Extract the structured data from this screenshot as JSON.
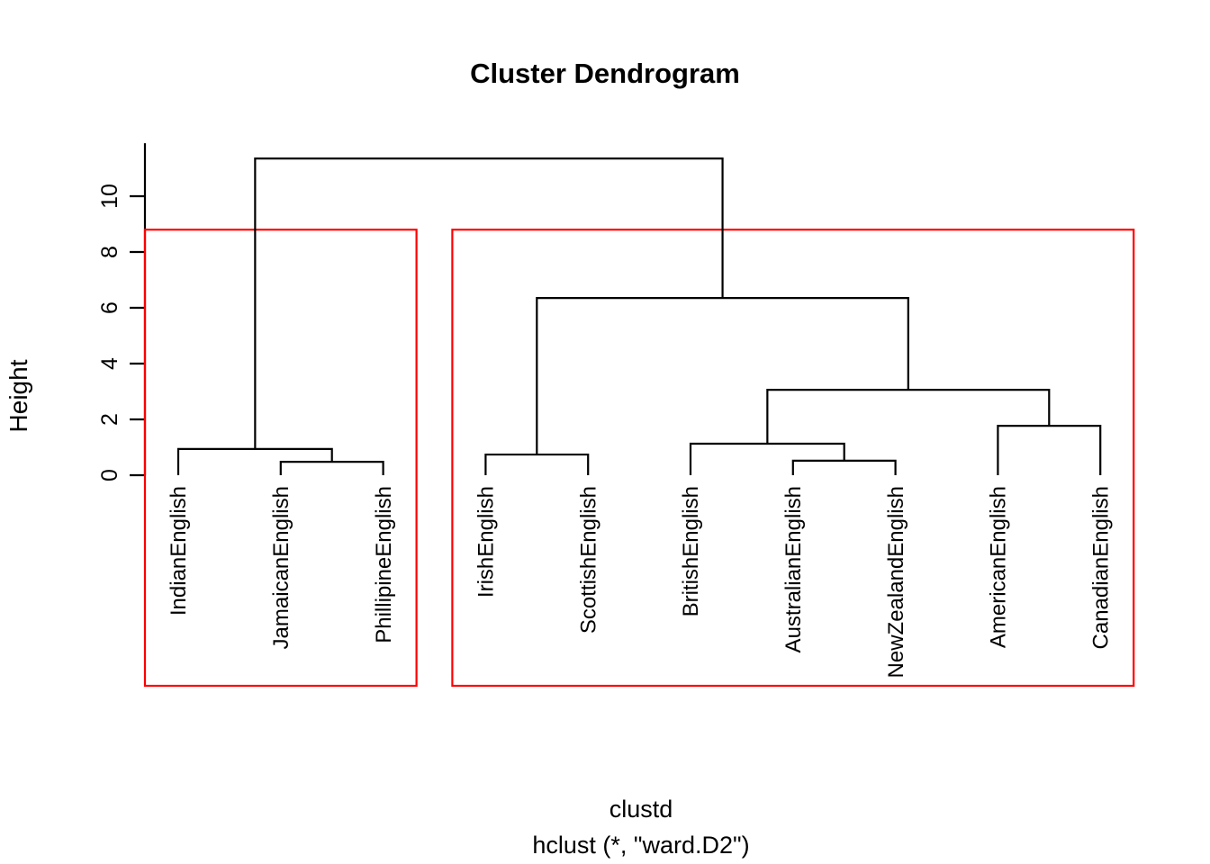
{
  "title": "Cluster Dendrogram",
  "caption": {
    "line1": "clustd",
    "line2": "hclust (*, \"ward.D2\")"
  },
  "axis": {
    "y_title": "Height",
    "ticks": [
      {
        "label": "0",
        "value": 0
      },
      {
        "label": "2",
        "value": 2
      },
      {
        "label": "4",
        "value": 4
      },
      {
        "label": "6",
        "value": 6
      },
      {
        "label": "8",
        "value": 8
      },
      {
        "label": "10",
        "value": 10
      }
    ],
    "y_min": 0,
    "y_max": 10,
    "y_axis_top_value": 11.9
  },
  "colors": {
    "branch": "#000000",
    "axis": "#000000",
    "cluster_box": "#FF0000",
    "background": "#FFFFFF",
    "text": "#000000"
  },
  "chart_data": {
    "type": "dendrogram",
    "title": "Cluster Dendrogram",
    "xlabel": "clustd",
    "ylabel": "Height",
    "method": "hclust (*, \"ward.D2\")",
    "ylim": [
      0,
      11.9
    ],
    "grid": false,
    "legend": "none",
    "leaves": [
      {
        "label": "IndianEnglish",
        "order": 1
      },
      {
        "label": "JamaicanEnglish",
        "order": 2
      },
      {
        "label": "PhillipineEnglish",
        "order": 3
      },
      {
        "label": "IrishEnglish",
        "order": 4
      },
      {
        "label": "ScottishEnglish",
        "order": 5
      },
      {
        "label": "BritishEnglish",
        "order": 6
      },
      {
        "label": "AustralianEnglish",
        "order": 7
      },
      {
        "label": "NewZealandEnglish",
        "order": 8
      },
      {
        "label": "AmericanEnglish",
        "order": 9
      },
      {
        "label": "CanadianEnglish",
        "order": 10
      }
    ],
    "merges": [
      {
        "id": "m1",
        "left": "JamaicanEnglish",
        "right": "PhillipineEnglish",
        "height": 0.48
      },
      {
        "id": "m2",
        "left": "IndianEnglish",
        "right": "m1",
        "height": 0.94
      },
      {
        "id": "m3",
        "left": "IrishEnglish",
        "right": "ScottishEnglish",
        "height": 0.74
      },
      {
        "id": "m4",
        "left": "AustralianEnglish",
        "right": "NewZealandEnglish",
        "height": 0.52
      },
      {
        "id": "m5",
        "left": "BritishEnglish",
        "right": "m4",
        "height": 1.13
      },
      {
        "id": "m6",
        "left": "AmericanEnglish",
        "right": "CanadianEnglish",
        "height": 1.77
      },
      {
        "id": "m7",
        "left": "m5",
        "right": "m6",
        "height": 3.06
      },
      {
        "id": "m8",
        "left": "m3",
        "right": "m7",
        "height": 6.35
      },
      {
        "id": "m9",
        "left": "m2",
        "right": "m8",
        "height": 11.35
      }
    ],
    "cluster_boxes": [
      {
        "name": "cluster-1",
        "members": [
          "IndianEnglish",
          "JamaicanEnglish",
          "PhillipineEnglish"
        ],
        "cut_height": 8.8
      },
      {
        "name": "cluster-2",
        "members": [
          "IrishEnglish",
          "ScottishEnglish",
          "BritishEnglish",
          "AustralianEnglish",
          "NewZealandEnglish",
          "AmericanEnglish",
          "CanadianEnglish"
        ],
        "cut_height": 8.8
      }
    ],
    "k": 2
  }
}
